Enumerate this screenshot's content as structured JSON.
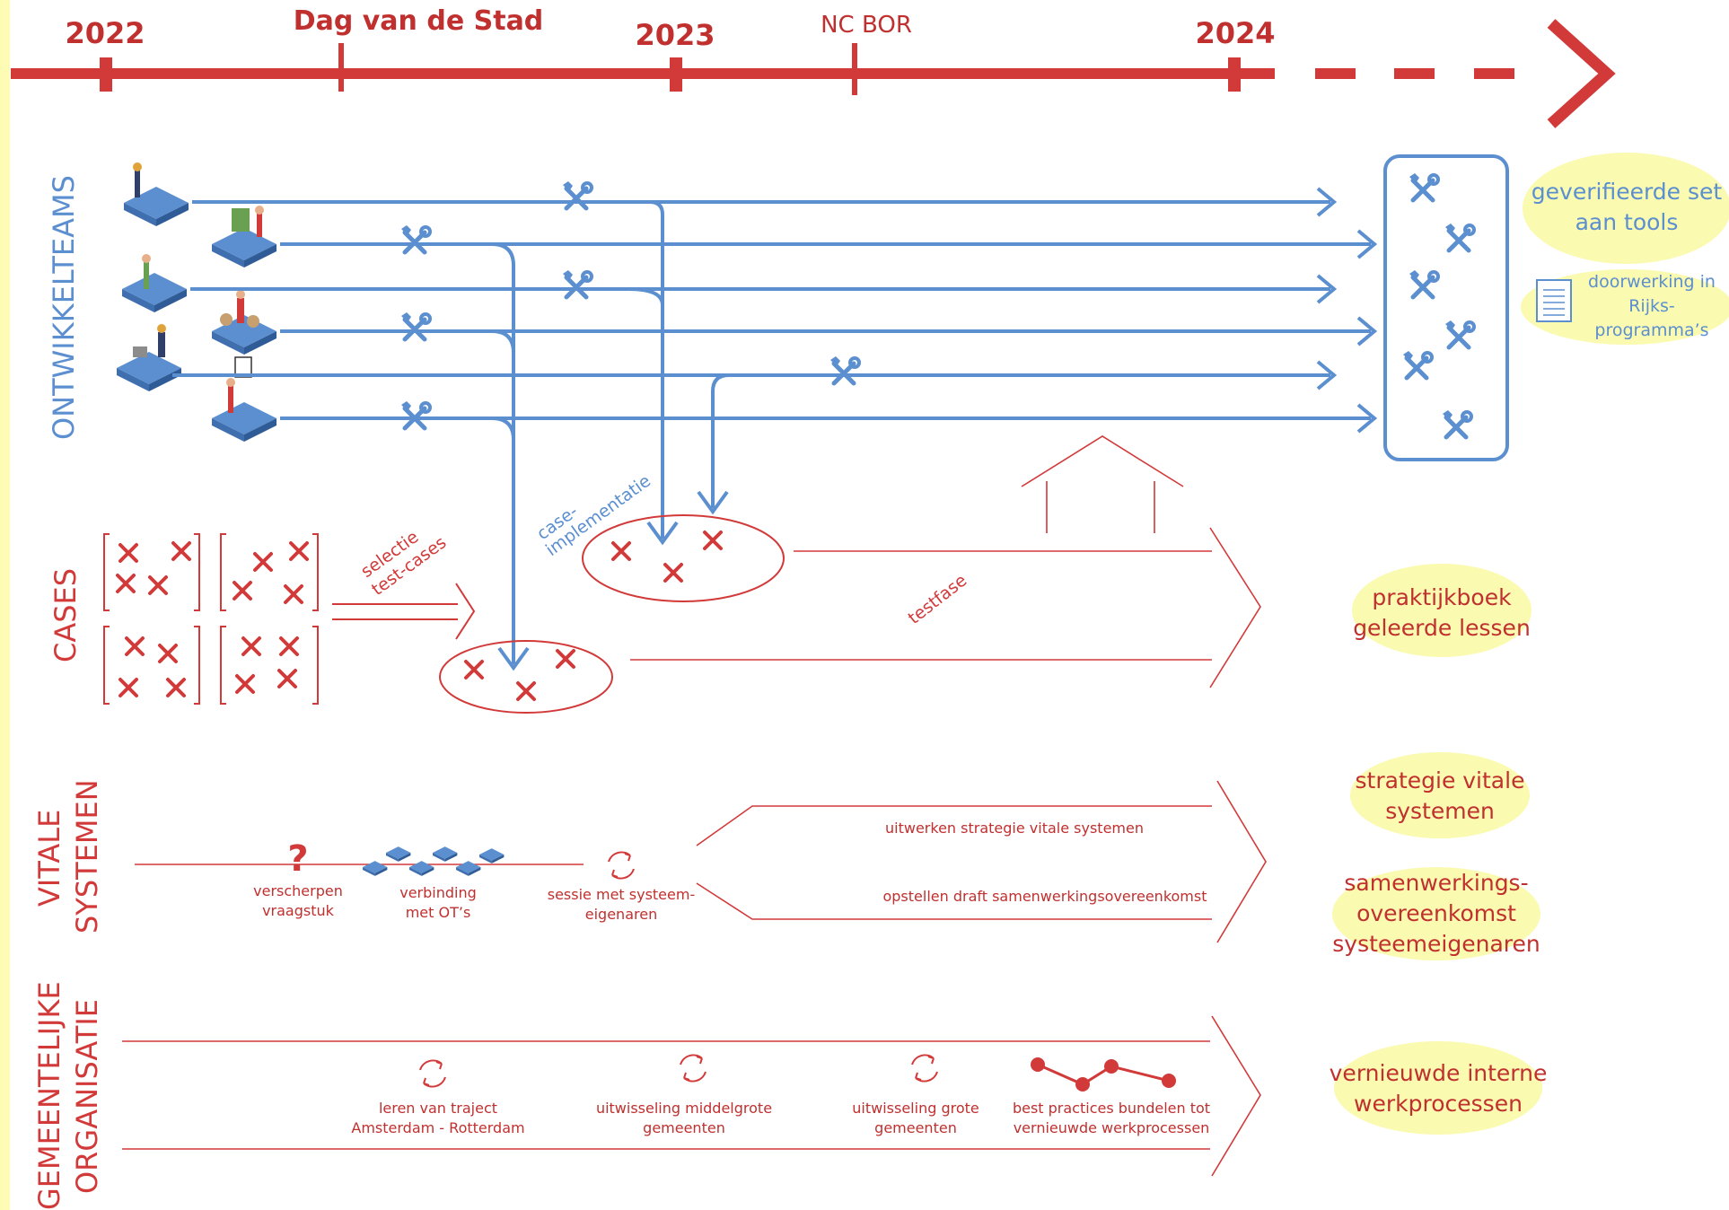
{
  "timeline": {
    "markers": [
      {
        "label": "2022"
      },
      {
        "label": "Dag van de Stad"
      },
      {
        "label": "2023"
      },
      {
        "label": "NC BOR"
      },
      {
        "label": "2024"
      }
    ]
  },
  "lanes": {
    "ontwikkelteams": "ONTWIKKELTEAMS",
    "cases": "CASES",
    "vitale_1": "VITALE",
    "vitale_2": "SYSTEMEN",
    "gemeente_1": "GEMEENTELIJKE",
    "gemeente_2": "ORGANISATIE"
  },
  "labels": {
    "case_implementatie_1": "case-",
    "case_implementatie_2": "implementatie",
    "selectie_1": "selectie",
    "selectie_2": "test-cases",
    "testfase": "testfase"
  },
  "vitale_steps": [
    {
      "line1": "verscherpen",
      "line2": "vraagstuk"
    },
    {
      "line1": "verbinding",
      "line2": "met OT’s"
    },
    {
      "line1": "sessie met systeem-",
      "line2": "eigenaren"
    }
  ],
  "vitale_tracks": {
    "top": "uitwerken strategie vitale systemen",
    "bottom": "opstellen draft samenwerkingsovereenkomst"
  },
  "gemeente_steps": [
    {
      "line1": "leren van traject",
      "line2": "Amsterdam - Rotterdam"
    },
    {
      "line1": "uitwisseling middelgrote",
      "line2": "gemeenten"
    },
    {
      "line1": "uitwisseling grote",
      "line2": "gemeenten"
    },
    {
      "line1": "best practices bundelen tot",
      "line2": "vernieuwde werkprocessen"
    }
  ],
  "outcomes": {
    "tools_1": "geverifieerde set",
    "tools_2": "aan tools",
    "rijks_1": "doorwerking in",
    "rijks_2": "Rijks-",
    "rijks_3": "programma’s",
    "praktijk_1": "praktijkboek",
    "praktijk_2": "geleerde lessen",
    "strategie_1": "strategie vitale",
    "strategie_2": "systemen",
    "samenwerking_1": "samenwerkings-",
    "samenwerking_2": "overeenkomst",
    "samenwerking_3": "systeemeigenaren",
    "werkprocessen_1": "vernieuwde interne",
    "werkprocessen_2": "werkprocessen"
  },
  "colors": {
    "red": "#d23a3a",
    "blue": "#5b8fd0",
    "yellow_band": "#fdfbb4",
    "blob": "#fafab0"
  }
}
